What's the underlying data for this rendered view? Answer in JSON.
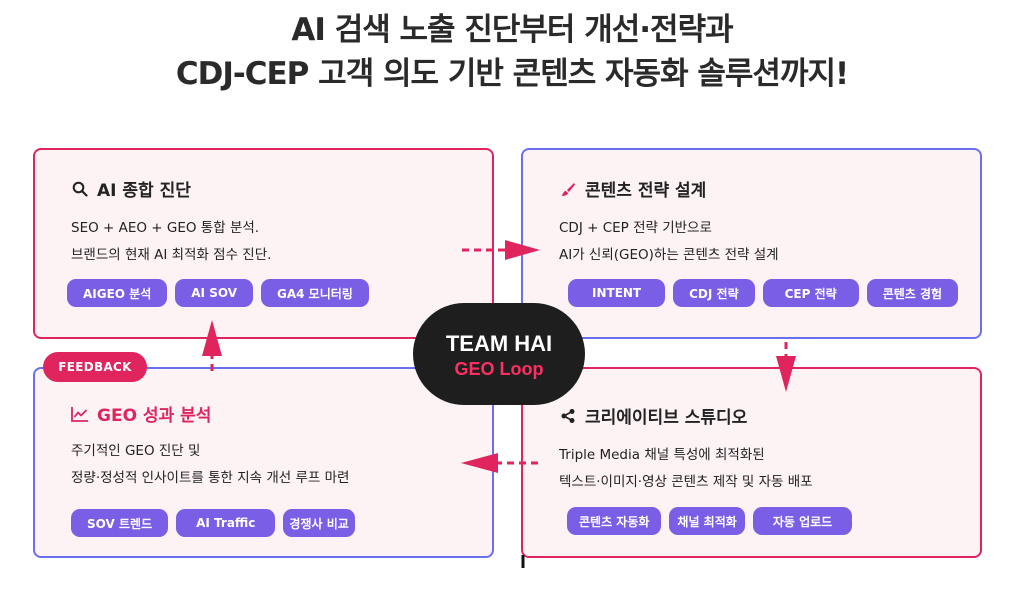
{
  "headline": {
    "line1": "AI 검색 노출 진단부터 개선·전략과",
    "line2": "CDJ-CEP 고객 의도 기반 콘텐츠 자동화 솔루션까지!"
  },
  "center": {
    "line1": "TEAM HAI",
    "line2": "GEO Loop"
  },
  "feedback_badge": "FEEDBACK",
  "cards": [
    {
      "title": "AI 종합 진단",
      "icon": "search-icon",
      "desc1": "SEO + AEO + GEO 통합 분석.",
      "desc2": "브랜드의 현재 AI 최적화 점수 진단.",
      "chips": [
        "AIGEO 분석",
        "AI SOV",
        "GA4 모니터링"
      ]
    },
    {
      "title": "콘텐츠 전략 설계",
      "icon": "brush-icon",
      "desc1": "CDJ + CEP 전략 기반으로",
      "desc2": "AI가 신뢰(GEO)하는 콘텐츠 전략 설계",
      "chips": [
        "INTENT",
        "CDJ 전략",
        "CEP 전략",
        "콘텐츠 경험"
      ]
    },
    {
      "title": "GEO 성과 분석",
      "icon": "trend-chart-icon",
      "desc1": "주기적인 GEO 진단 및",
      "desc2": "정량·정성적 인사이트를 통한 지속 개선 루프 마련",
      "chips": [
        "SOV 트렌드",
        "AI Traffic",
        "경쟁사 비교"
      ]
    },
    {
      "title": "크리에이티브 스튜디오",
      "icon": "share-icon",
      "desc1": "Triple Media 채널 특성에 최적화된",
      "desc2": "텍스트·이미지·영상 콘텐츠 제작 및 자동 배포",
      "chips": [
        "콘텐츠 자동화",
        "채널 최적화",
        "자동 업로드"
      ]
    }
  ],
  "colors": {
    "accent": "#e0245e",
    "blue_border": "#6a6ff0",
    "chip": "#7b5ee6",
    "card_bg": "#fdf3f5"
  }
}
